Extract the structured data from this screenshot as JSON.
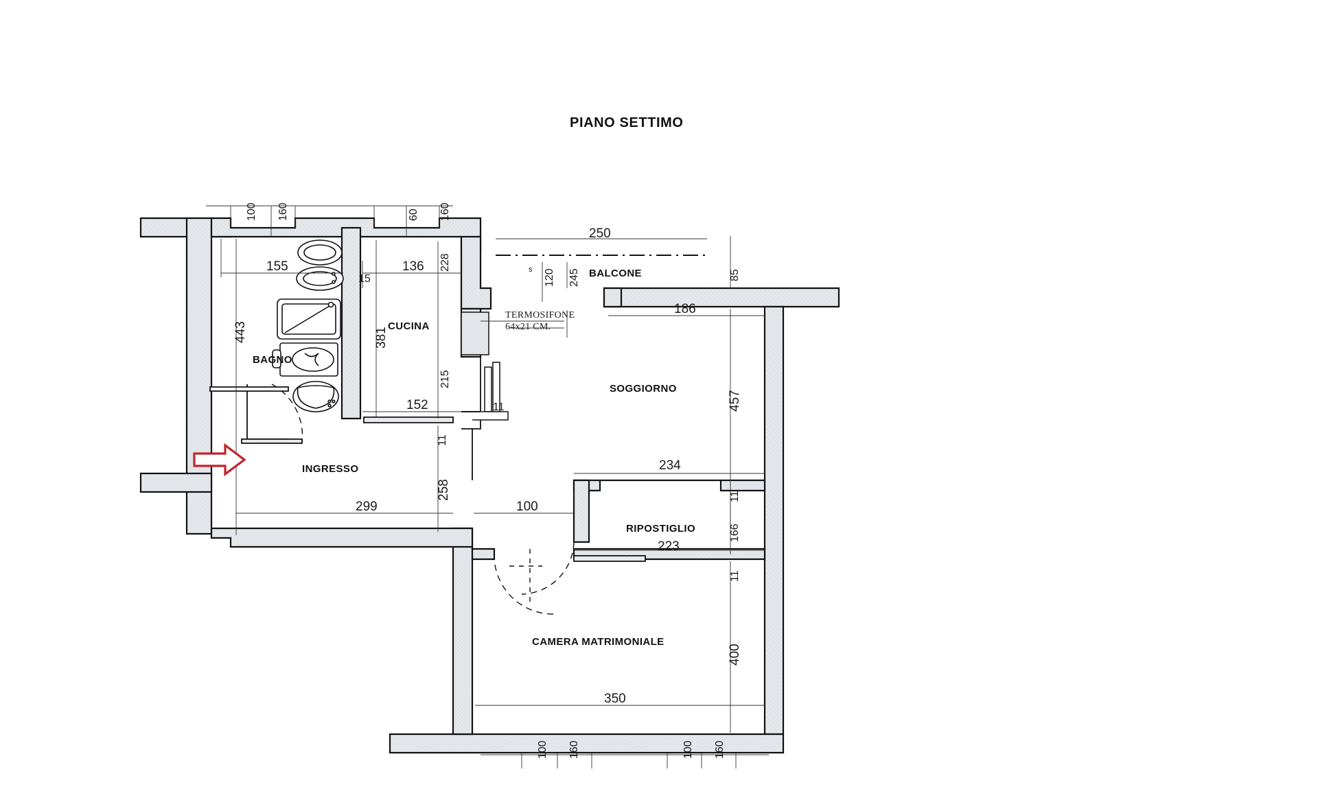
{
  "document": {
    "title": "PIANO SETTIMO",
    "type": "floor-plan",
    "language": "it"
  },
  "rooms": [
    {
      "id": "bagno",
      "label": "BAGNO"
    },
    {
      "id": "cucina",
      "label": "CUCINA"
    },
    {
      "id": "balcone",
      "label": "BALCONE"
    },
    {
      "id": "soggiorno",
      "label": "SOGGIORNO"
    },
    {
      "id": "ingresso",
      "label": "INGRESSO"
    },
    {
      "id": "ripostiglio",
      "label": "RIPOSTIGLIO"
    },
    {
      "id": "camera",
      "label": "CAMERA MATRIMONIALE"
    }
  ],
  "annotations": {
    "termosifone_name": "TERMOSIFONE",
    "termosifone_size": "64x21  CM.",
    "window_mark_s": "s"
  },
  "dimensions": {
    "top_window_bagno_w": "100",
    "top_window_bagno_h": "160",
    "top_window_cucina_w": "60",
    "top_window_cucina_h": "160",
    "balcone_depth": "250",
    "balcone_door_w": "120",
    "balcone_door_h": "245",
    "balcone_offset": "85",
    "bagno_width": "155",
    "bagno_length": "443",
    "cucina_width": "136",
    "cucina_notch": "15",
    "cucina_length": "381",
    "cucina_wall_228": "228",
    "cucina_wall_215": "215",
    "cucina_door_152": "152",
    "thickness_11_cucina": "11",
    "thickness_11_door": "11",
    "soggiorno_top": "186",
    "soggiorno_height": "457",
    "ingresso_width": "299",
    "ingresso_depth": "258",
    "ingresso_11": "11",
    "corridor_100": "100",
    "ripostiglio_width": "234",
    "ripostiglio_height": "166",
    "ripostiglio_wall_11": "11",
    "ripostiglio_door": "223",
    "camera_wall_11": "11",
    "camera_height": "400",
    "camera_width": "350",
    "bottom_window_1_w": "100",
    "bottom_window_1_h": "160",
    "bottom_window_2_w": "100",
    "bottom_window_2_h": "160"
  },
  "colors": {
    "wall_fill": "#e3e6ea",
    "wall_stroke": "#111111",
    "line": "#333333",
    "arrow": "#c0252c",
    "text": "#111111"
  }
}
